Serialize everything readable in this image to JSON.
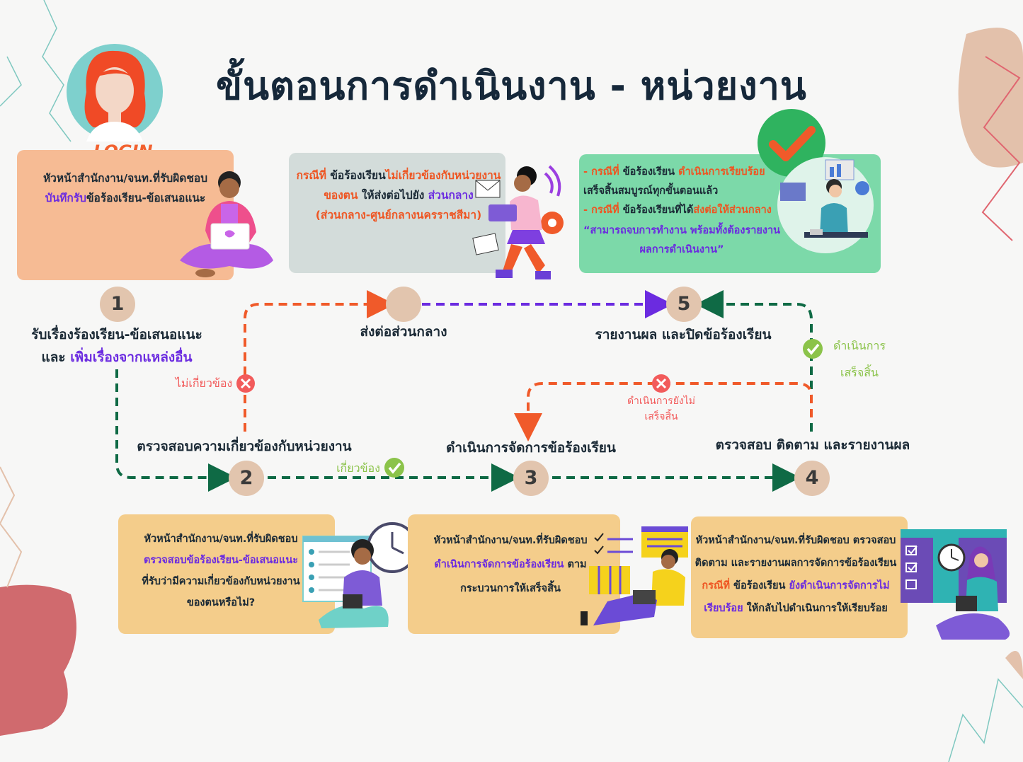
{
  "title": "ขั้นตอนการดำเนินงาน - หน่วยงาน",
  "login_label": "LOGIN",
  "boxes": {
    "b1": {
      "line1": "หัวหน้าสำนักงาน/จนท.ที่รับผิดชอบ",
      "line2_a": "บันทึกรับ",
      "line2_b": "ข้อร้องเรียน-ข้อเสนอแนะ"
    },
    "b_mid": {
      "l1_a": "กรณีที่",
      "l1_b": " ข้อร้องเรียน",
      "l1_c": "ไม่เกี่ยวข้องกับหน่วยงาน",
      "l2_a": "ของตน",
      "l2_b": " ให้ส่งต่อไปยัง ",
      "l2_c": "ส่วนกลาง",
      "l3": "(ส่วนกลาง-ศูนย์กลางนครราชสีมา)"
    },
    "b_right": {
      "l1_a": "- กรณีที่",
      "l1_b": " ข้อร้องเรียน ",
      "l1_c": "ดำเนินการเรียบร้อย",
      "l2": "เสร็จสิ้นสมบูรณ์ทุกขั้นตอนแล้ว",
      "l3_a": "- กรณีที่",
      "l3_b": " ข้อร้องเรียนที่ได้",
      "l3_c": "ส่งต่อให้ส่วนกลาง",
      "l4": "“สามารถจบการทำงาน พร้อมทั้งต้องรายงาน",
      "l5": "ผลการดำเนินงาน”"
    },
    "b2": {
      "l1": "หัวหน้าสำนักงาน/จนท.ที่รับผิดชอบ",
      "l2": "ตรวจสอบข้อร้องเรียน-ข้อเสนอแนะ",
      "l3": "ที่รับว่ามีความเกี่ยวข้องกับหน่วยงาน",
      "l4": "ของตนหรือไม่?"
    },
    "b3": {
      "l1": "หัวหน้าสำนักงาน/จนท.ที่รับผิดชอบ",
      "l2_a": "ดำเนินการจัดการข้อร้องเรียน",
      "l2_b": " ตาม",
      "l3": "กระบวนการให้เสร็จสิ้น"
    },
    "b4": {
      "l1": "หัวหน้าสำนักงาน/จนท.ที่รับผิดชอบ ตรวจสอบ",
      "l2": "ติดตาม และรายงานผลการจัดการข้อร้องเรียน",
      "l3_a": "กรณีที่",
      "l3_b": " ข้อร้องเรียน ",
      "l3_c": "ยังดำเนินการจัดการไม่",
      "l4_a": "เรียบร้อย",
      "l4_b": " ให้กลับไปดำเนินการให้เรียบร้อย"
    }
  },
  "steps": {
    "n1": "1",
    "n2": "2",
    "n3": "3",
    "n4": "4",
    "n5": "5",
    "s1_line1": "รับเรื่องร้องเรียน-ข้อเสนอแนะ",
    "s1_line2_a": "และ ",
    "s1_line2_b": "เพิ่มเรื่องจากแหล่งอื่น",
    "s_mid": "ส่งต่อส่วนกลาง",
    "s5": "รายงานผล และปิดข้อร้องเรียน",
    "s2": "ตรวจสอบความเกี่ยวข้องกับหน่วยงาน",
    "s3": "ดำเนินการจัดการข้อร้องเรียน",
    "s4": "ตรวจสอบ ติดตาม และรายงานผล"
  },
  "notes": {
    "not_related": "ไม่เกี่ยวข้อง",
    "related": "เกี่ยวข้อง",
    "done_l1": "ดำเนินการ",
    "done_l2": "เสร็จสิ้น",
    "not_done_l1": "ดำเนินการยังไม่",
    "not_done_l2": "เสร็จสิ้น"
  },
  "colors": {
    "orange_arrow": "#f05a2a",
    "purple_arrow": "#6b2be0",
    "green_arrow": "#0f6a45",
    "check_green": "#8bc34a",
    "cross_red": "#f25b5b"
  }
}
